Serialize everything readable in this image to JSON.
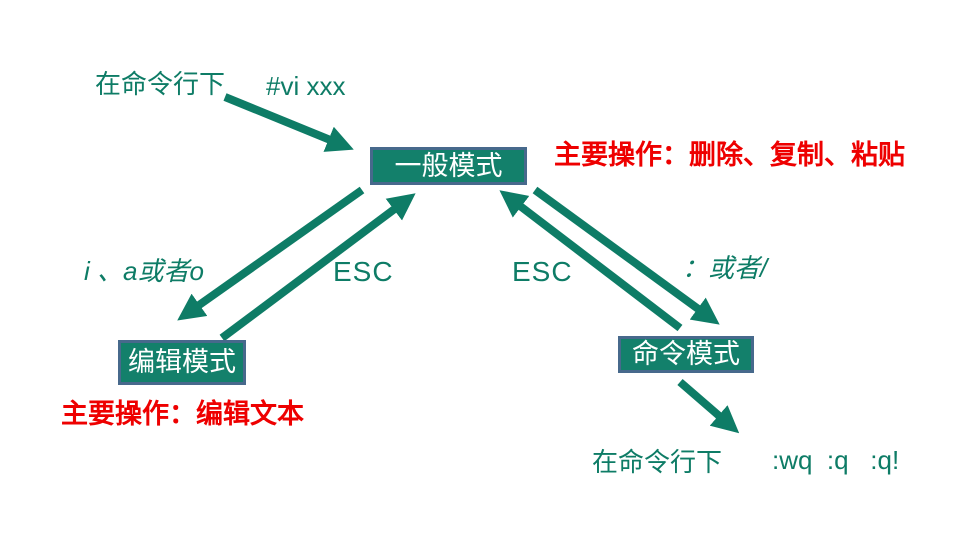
{
  "colors": {
    "teal": "#0E7C66",
    "red": "#EE0000",
    "box-fill": "#13806B",
    "box-border": "#47698C",
    "box-text": "#FFFFFF",
    "bg": "#FFFFFF"
  },
  "nodes": {
    "general": {
      "label": "一般模式"
    },
    "edit": {
      "label": "编辑模式"
    },
    "command": {
      "label": "命令模式"
    }
  },
  "annotations": {
    "cli_top": "在命令行下",
    "vi_command": "#vi xxx",
    "general_ops": "主要操作：删除、复制、粘贴",
    "edit_ops": "主要操作：编辑文本",
    "cli_bottom": "在命令行下",
    "quit_commands": ":wq  :q   :q!"
  },
  "edge_labels": {
    "to_edit": "i 、a或者o",
    "edit_to_general": "ESC",
    "command_to_general": "ESC",
    "to_command": "：或者/"
  }
}
